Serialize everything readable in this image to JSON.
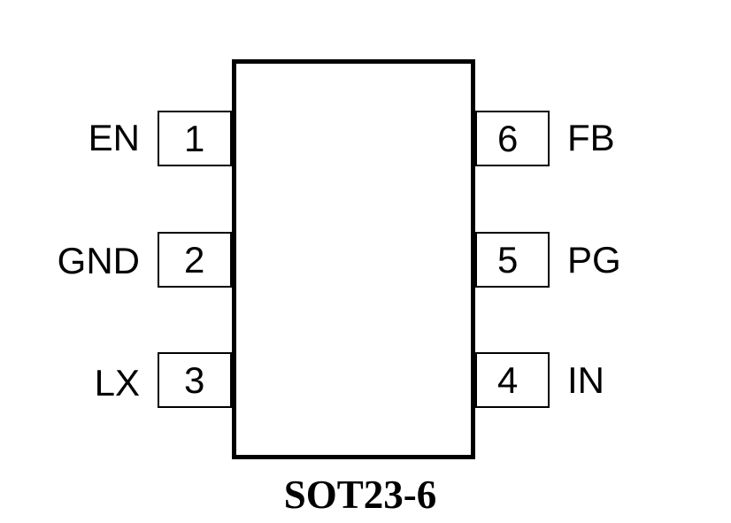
{
  "package": {
    "name": "SOT23-6"
  },
  "pins": {
    "left": [
      {
        "number": "1",
        "label": "EN"
      },
      {
        "number": "2",
        "label": "GND"
      },
      {
        "number": "3",
        "label": "LX"
      }
    ],
    "right": [
      {
        "number": "6",
        "label": "FB"
      },
      {
        "number": "5",
        "label": "PG"
      },
      {
        "number": "4",
        "label": "IN"
      }
    ]
  }
}
